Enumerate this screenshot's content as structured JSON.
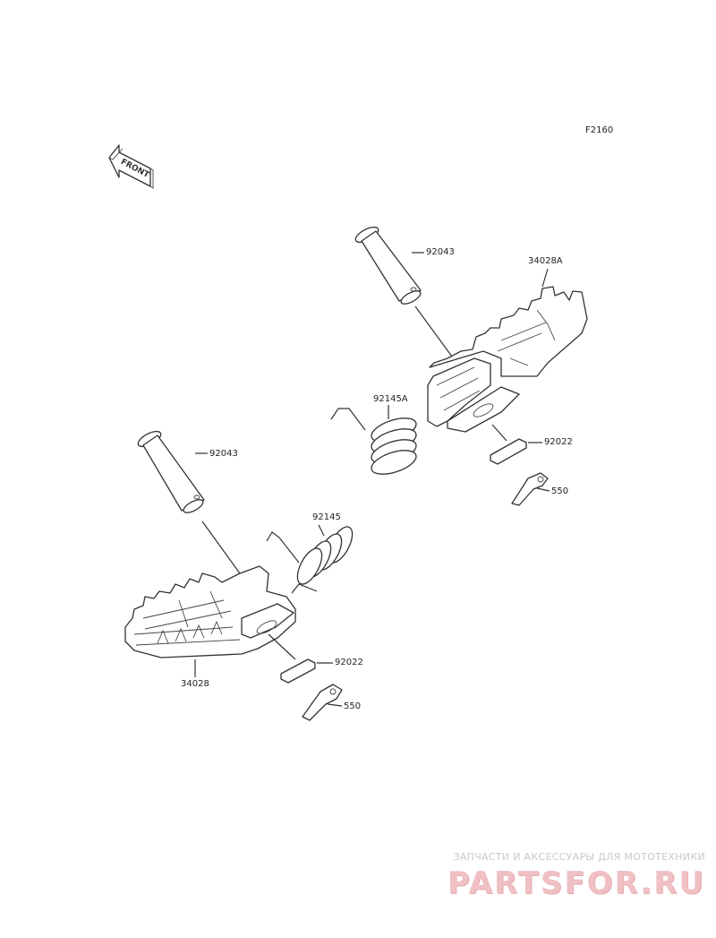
{
  "diagram_code": "F2160",
  "front_label": "FRONT",
  "parts": {
    "pin_right": "92043",
    "footpeg_right": "34028A",
    "spring_right": "92145A",
    "washer_right": "92022",
    "cotter_right": "550",
    "pin_left": "92043",
    "footpeg_left": "34028",
    "spring_left": "92145",
    "washer_left": "92022",
    "cotter_left": "550"
  },
  "watermark": {
    "tagline": "ЗАПЧАСТИ И АКСЕССУАРЫ ДЛЯ МОТОТЕХНИКИ",
    "brand": "PARTSFOR.RU"
  }
}
